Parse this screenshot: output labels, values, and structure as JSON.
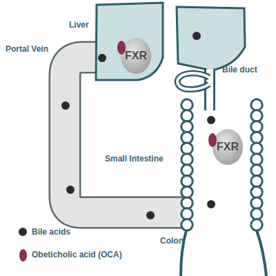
{
  "diagram": {
    "nodes": [
      {
        "text": [
          "Liver"
        ]
      },
      {
        "text": [
          "FXR"
        ],
        "in": 0
      },
      {
        "text": [
          "FXR"
        ]
      }
    ],
    "labels": [
      "Portal Vein",
      "Bile duct",
      "Small Intestine",
      "Colon"
    ],
    "legend": [
      {
        "text": "Bile acids",
        "color": "#2b2b2b"
      },
      {
        "text": "Obeticholic acid (OCA)",
        "color": "#8b2d55"
      }
    ]
  }
}
